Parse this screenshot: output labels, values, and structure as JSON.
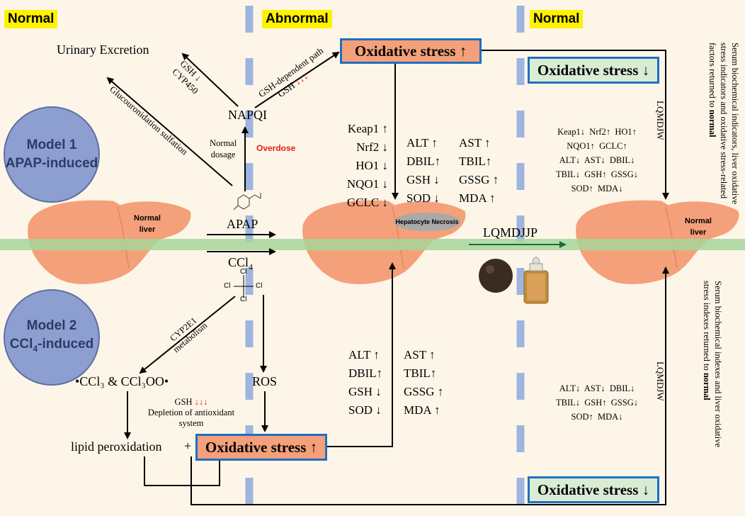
{
  "headers": {
    "left": "Normal",
    "middle": "Abnormal",
    "right": "Normal"
  },
  "models": {
    "model1": {
      "line1": "Model 1",
      "line2": "APAP-induced"
    },
    "model2": {
      "line1": "Model 2",
      "line2_pre": "CCl",
      "line2_sub": "4",
      "line2_post": "-induced"
    }
  },
  "labels": {
    "urinary_excretion": "Urinary Excretion",
    "gsh_cyp_1": "GSH ↓",
    "gsh_cyp_2": "CYP450",
    "glucuronidation": "Glucouronidation sulfation",
    "gsh_dependent_1": "GSH-dependent path",
    "gsh_dependent_2": "GSH ",
    "gsh_dependent_arrows": "↓↓↓",
    "napqi": "NAPQI",
    "normal_dosage_1": "Normal",
    "normal_dosage_2": "dosage",
    "overdose": "Overdose",
    "apap": "APAP",
    "ccl4_pre": "CCl",
    "ccl4_sub": "4",
    "cl_top": "Cl",
    "cl_left": "Cl",
    "cl_right": "Cl",
    "cl_bottom": "Cl",
    "cyp2e1_1": "CYP2E1",
    "cyp2e1_2": "metabolism",
    "radicals": "•CCl₃ & CCl₃OO•",
    "ros": "ROS",
    "gsh_depletion_1": "GSH ",
    "gsh_depletion_arrows": "↓↓↓",
    "gsh_depletion_2": "Depletion of antioxidant",
    "gsh_depletion_3": "system",
    "lipid_peroxidation": "lipid peroxidation",
    "plus": "+",
    "lqmdjjp": "LQMDJJP",
    "lqmdjw_top": "LQMDJW",
    "lqmdjw_bottom": "LQMDJW"
  },
  "livers": {
    "left_label_1": "Normal",
    "left_label_2": "liver",
    "middle_label": "Hepatocyte Necrosis",
    "right_label_1": "Normal",
    "right_label_2": "liver"
  },
  "boxes": {
    "ox_top_abnormal": "Oxidative stress ↑",
    "ox_bottom_abnormal": "Oxidative stress ↑",
    "ox_top_normal": "Oxidative stress ↓",
    "ox_bottom_normal": "Oxidative stress ↓"
  },
  "markers_top": {
    "col1": [
      "Keap1 ↑",
      "Nrf2 ↓",
      "HO1 ↓",
      "NQO1 ↓",
      "GCLC ↓"
    ],
    "col2": [
      "ALT ↑",
      "DBIL↑",
      "GSH ↓",
      "SOD ↓"
    ],
    "col3": [
      "AST ↑",
      "TBIL↑",
      "GSSG ↑",
      "MDA ↑"
    ]
  },
  "markers_bottom": {
    "col1": [
      "ALT ↑",
      "DBIL↑",
      "GSH ↓",
      "SOD ↓"
    ],
    "col2": [
      "AST ↑",
      "TBIL↑",
      "GSSG ↑",
      "MDA ↑"
    ]
  },
  "recovery_top": [
    "Keap1↓  Nrf2↑  HO1↑",
    "NQO1↑  GCLC↑",
    "ALT↓  AST↓  DBIL↓",
    "TBIL↓  GSH↑  GSSG↓",
    "SOD↑  MDA↓"
  ],
  "recovery_bottom": [
    "ALT↓  AST↓  DBIL↓",
    "TBIL↓  GSH↑  GSSG↓",
    "SOD↑  MDA↓"
  ],
  "vertical_text": {
    "top_main": "Serum biochemical indicators, liver oxidative stress indicators and oxidative stress-related factors returned to ",
    "top_bold": "normal",
    "bottom_main": "Serum biochemical indexes and liver oxidative stress indexes returned to ",
    "bottom_bold": "normal"
  },
  "colors": {
    "background": "#fdf6e8",
    "liver": "#f4a07a",
    "green_band": "#a7d69a",
    "dashed_line": "#9eb5e0",
    "header_highlight": "#fff200",
    "box_border": "#1f6fc0",
    "overdose_red": "#e0201b"
  }
}
